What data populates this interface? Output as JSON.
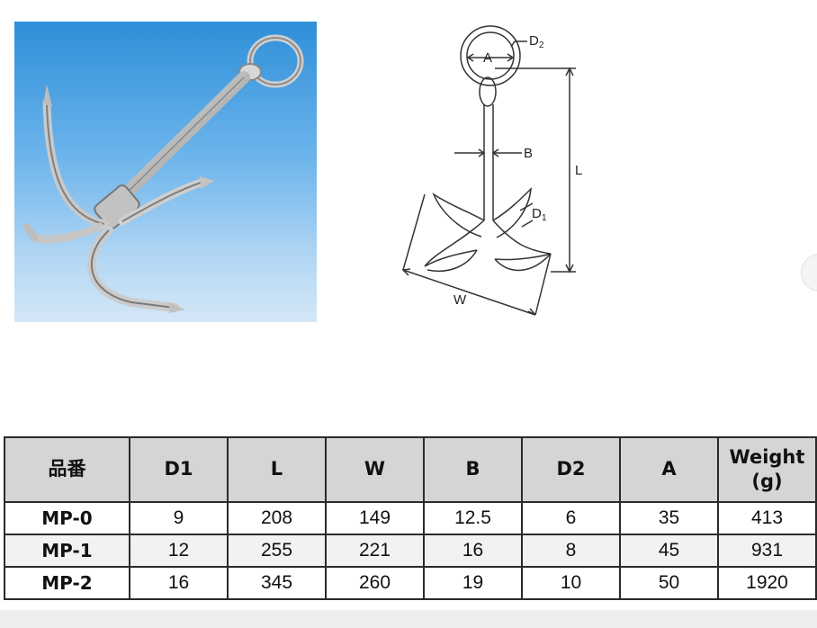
{
  "diagram_labels": {
    "a": "A",
    "d2": "D",
    "d2_sub": "2",
    "b": "B",
    "l": "L",
    "d1": "D",
    "d1_sub": "1",
    "w": "W"
  },
  "table": {
    "headers": [
      "品番",
      "D1",
      "L",
      "W",
      "B",
      "D2",
      "A",
      "Weight (g)"
    ],
    "header_weight_line1": "Weight",
    "header_weight_line2": "(g)",
    "rows": [
      [
        "MP-0",
        "9",
        "208",
        "149",
        "12.5",
        "6",
        "35",
        "413"
      ],
      [
        "MP-1",
        "12",
        "255",
        "221",
        "16",
        "8",
        "45",
        "931"
      ],
      [
        "MP-2",
        "16",
        "345",
        "260",
        "19",
        "10",
        "50",
        "1920"
      ]
    ]
  },
  "colors": {
    "header_bg": "#d5d5d5",
    "border": "#2a2a2a",
    "photo_bg_top": "#2f8fd8",
    "photo_bg_bottom": "#d4e7f7"
  },
  "icons": {
    "photo": "grappling-anchor-photo",
    "diagram": "anchor-dimension-diagram"
  }
}
